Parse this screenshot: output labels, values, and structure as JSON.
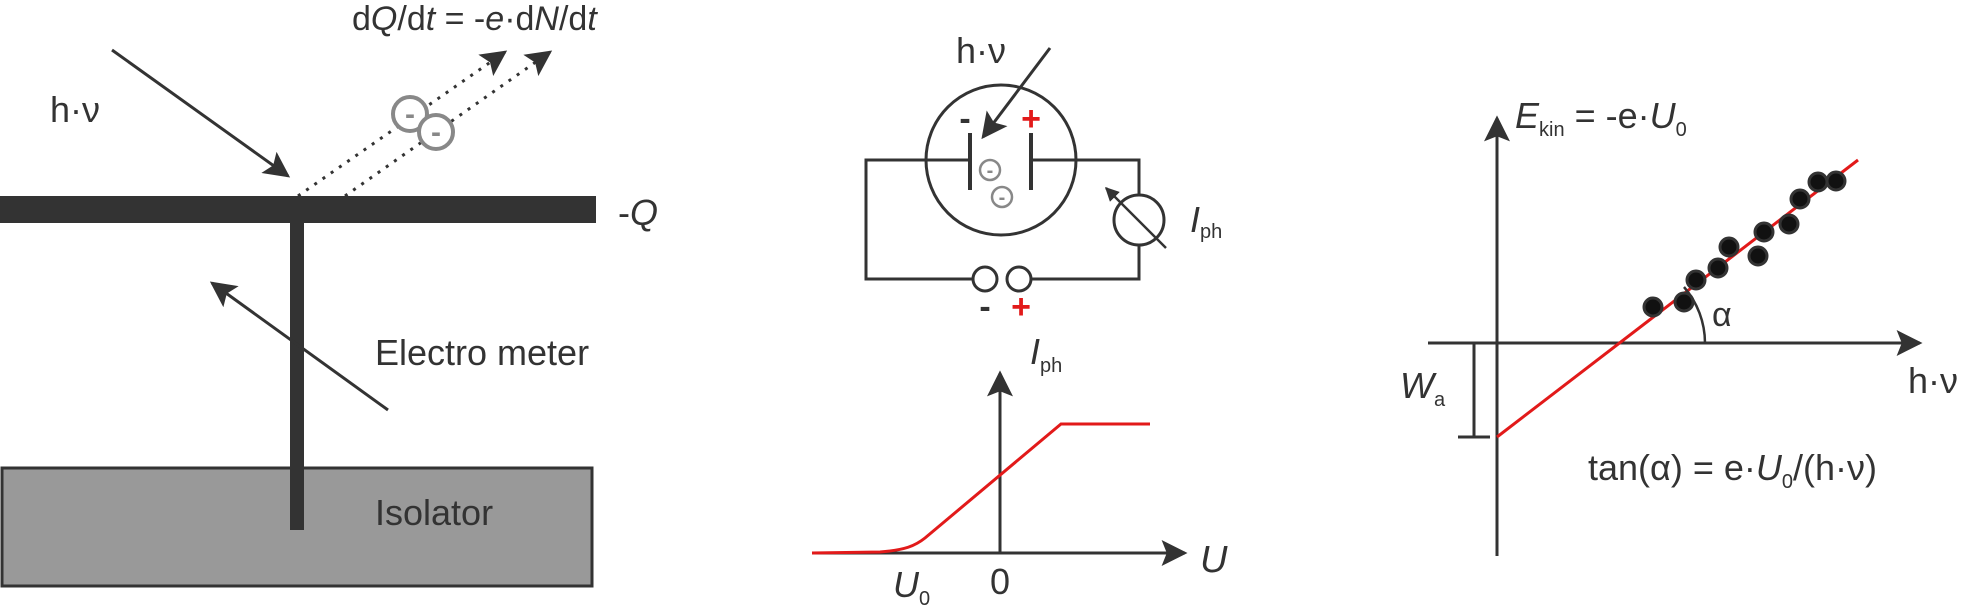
{
  "panel1": {
    "photon": "h·ν",
    "flux": {
      "a": "d",
      "b": "Q",
      "c": "/d",
      "d": "t",
      "e": " = -",
      "f": "e",
      "g": "·d",
      "h": "N",
      "i": "/d",
      "j": "t"
    },
    "charge": {
      "sign": "-",
      "q": "Q"
    },
    "electrometer": "Electro meter",
    "isolator": "Isolator",
    "electron_sign": "-"
  },
  "panel2": {
    "photon": "h·ν",
    "minus": "-",
    "plus": "+",
    "current": {
      "sym": "I",
      "sub": "ph"
    },
    "terminal_minus": "-",
    "terminal_plus": "+",
    "electron_sign": "-"
  },
  "panel3": {
    "ylabel": {
      "sym": "I",
      "sub": "ph"
    },
    "xlabel": "U",
    "u0": {
      "sym": "U",
      "sub": "0"
    },
    "zero": "0"
  },
  "panel4": {
    "ylabel": {
      "e": "E",
      "sub": "kin",
      "rest": " = -e·",
      "u": "U",
      "u_sub": "0"
    },
    "xlabel": "h·ν",
    "alpha": "α",
    "work": {
      "sym": "W",
      "sub": "a"
    },
    "formula": {
      "a": "tan(α) = e·",
      "u": "U",
      "sub": "0",
      "b": "/(h·ν)"
    }
  },
  "colors": {
    "ink": "#333333",
    "red": "#e21a1a",
    "gray": "#999999",
    "electron": "#888888"
  },
  "chart_data": {
    "type": "scatter",
    "title": "",
    "xlabel": "h·ν",
    "ylabel": "E_kin = -e·U_0",
    "series": [
      {
        "name": "",
        "values": []
      }
    ]
  }
}
